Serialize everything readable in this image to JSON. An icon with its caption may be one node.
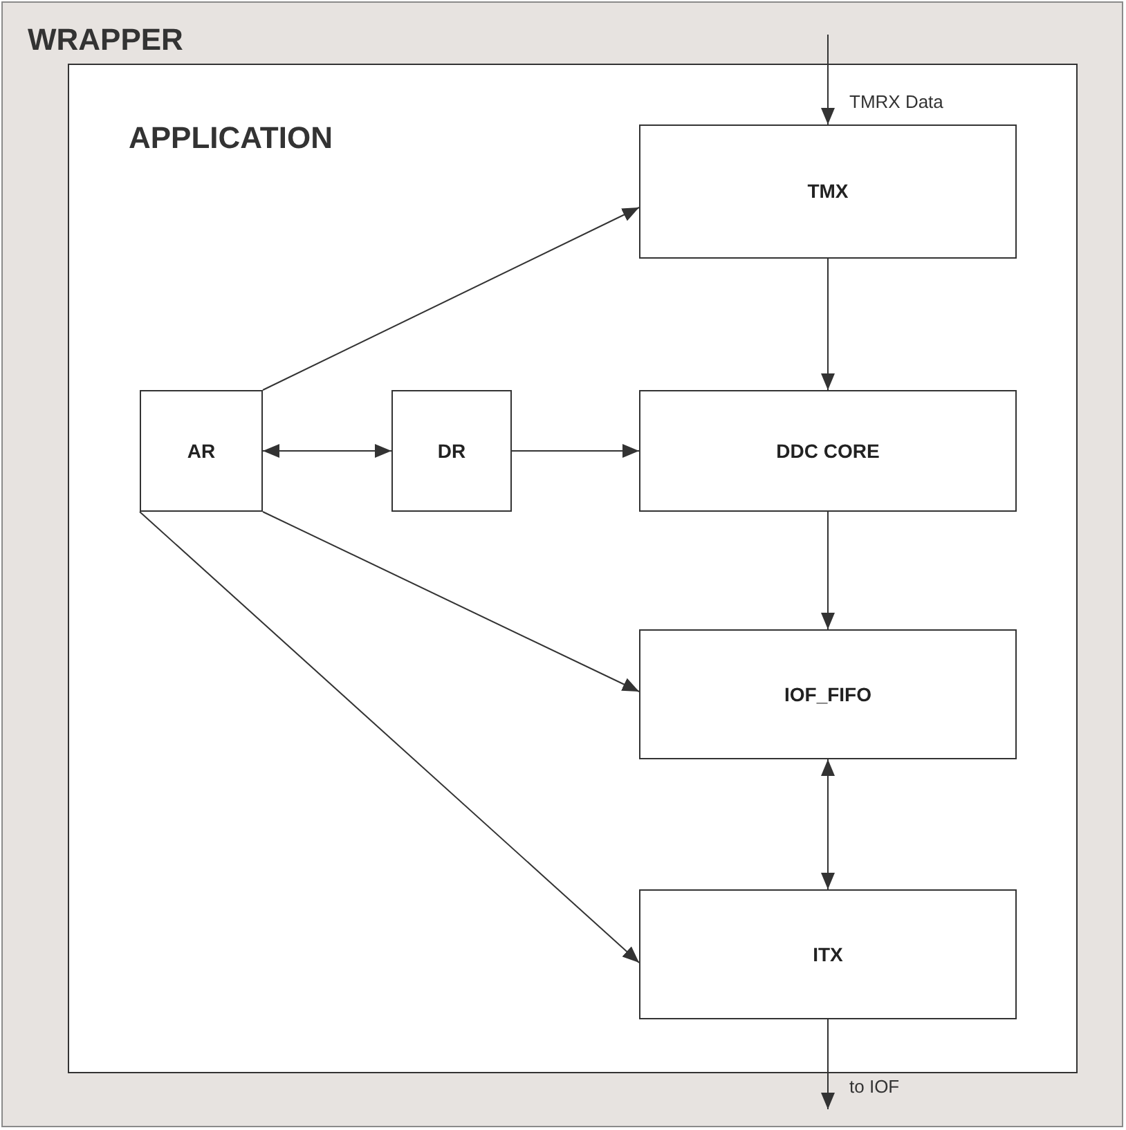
{
  "diagram": {
    "nodes": [
      {
        "text": [
          "WRAPPER"
        ]
      },
      {
        "text": [
          "APPLICATION"
        ],
        "in": 0
      },
      {
        "text": [
          "TMX"
        ],
        "in": 1
      },
      {
        "text": [
          "AR"
        ],
        "in": 1
      },
      {
        "text": [
          "DR"
        ],
        "in": 1
      },
      {
        "text": [
          "DDC CORE"
        ],
        "in": 1
      },
      {
        "text": [
          "IOF_FIFO"
        ],
        "in": 1
      },
      {
        "text": [
          "ITX"
        ],
        "in": 1
      }
    ],
    "edges": [
      {
        "from": null,
        "to": 2,
        "arrow": "to",
        "label": "TMRX Data"
      },
      {
        "from": 2,
        "to": 5,
        "arrow": "to"
      },
      {
        "from": 3,
        "to": 4,
        "arrow": "both"
      },
      {
        "from": 4,
        "to": 5,
        "arrow": "to"
      },
      {
        "from": 5,
        "to": 6,
        "arrow": "to"
      },
      {
        "from": 6,
        "to": 7,
        "arrow": "both"
      },
      {
        "from": 3,
        "to": 2,
        "arrow": "to"
      },
      {
        "from": 3,
        "to": 6,
        "arrow": "to"
      },
      {
        "from": 3,
        "to": 7,
        "arrow": "to"
      },
      {
        "from": 7,
        "to": null,
        "arrow": "to",
        "label": "to IOF"
      }
    ]
  }
}
